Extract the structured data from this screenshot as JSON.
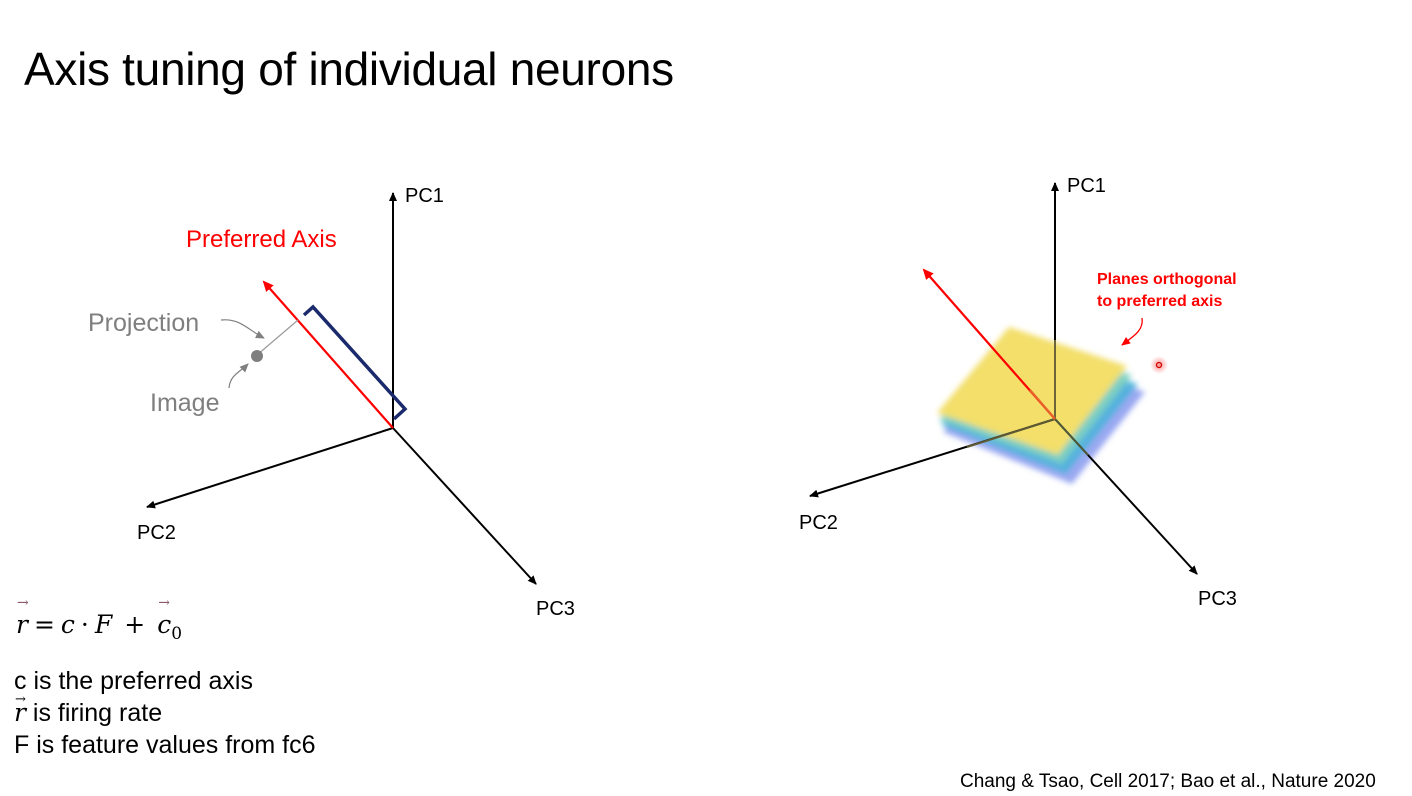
{
  "slide": {
    "title": "Axis tuning of individual neurons"
  },
  "left_diagram": {
    "axes": {
      "pc1": "PC1",
      "pc2": "PC2",
      "pc3": "PC3"
    },
    "preferred_axis_label": "Preferred Axis",
    "projection_label": "Projection",
    "image_label": "Image",
    "colors": {
      "preferred_axis": "#ff0000",
      "bracket": "#1a2a6c",
      "annotation": "#7f7f7f",
      "axes": "#000000"
    }
  },
  "right_diagram": {
    "axes": {
      "pc1": "PC1",
      "pc2": "PC2",
      "pc3": "PC3"
    },
    "planes_label_line1": "Planes orthogonal",
    "planes_label_line2": "to preferred axis",
    "colors": {
      "plane_top": "#f3df6b",
      "plane_mid": "#4fb3d9",
      "plane_bottom": "#7b8fe8",
      "preferred_axis": "#ff0000"
    }
  },
  "formula": {
    "lhs": "r",
    "equals": "=",
    "c": "c",
    "dot": "·",
    "F": "F",
    "plus": "+",
    "c0": "c",
    "c0_sub": "0"
  },
  "notes": {
    "line1": "c is the preferred axis",
    "line2_symbol": "r",
    "line2_text": " is firing rate",
    "line3": "F is feature values from fc6"
  },
  "citation": "Chang & Tsao, Cell 2017; Bao et al., Nature 2020"
}
